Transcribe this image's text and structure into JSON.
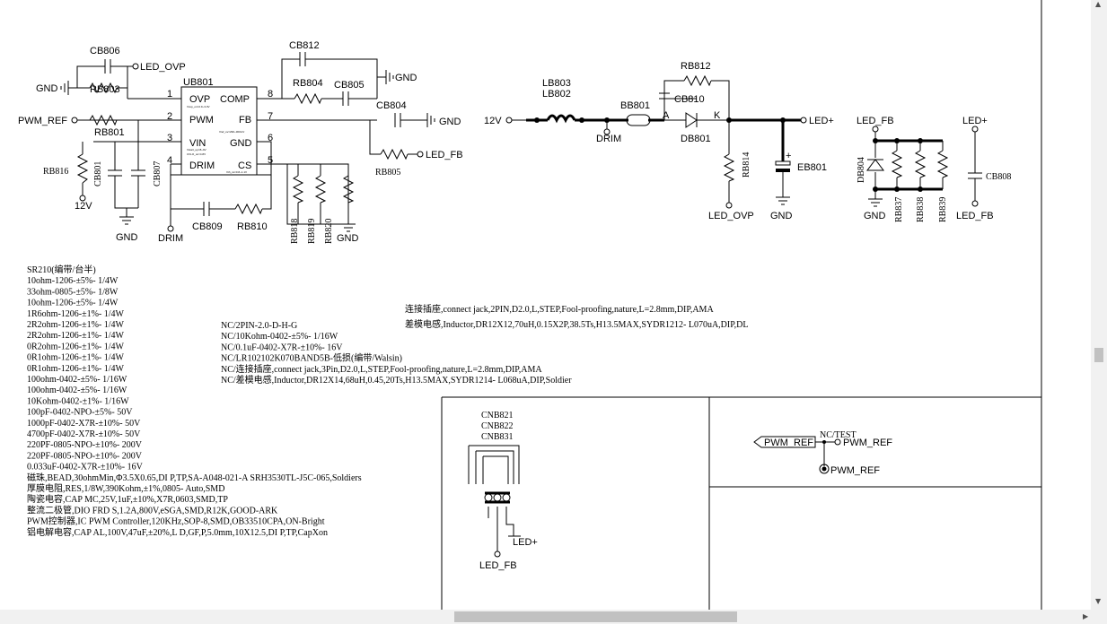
{
  "ub801": {
    "ref": "UB801",
    "pin_nums": [
      "1",
      "2",
      "3",
      "4",
      "8",
      "7",
      "6",
      "5"
    ],
    "pin_names": [
      "OVP",
      "PWM",
      "VIN",
      "DRIM",
      "COMP",
      "FB",
      "GND",
      "CS"
    ],
    "tiny_notes": [
      "Vovp_on=2.9~3.3V",
      "Vref_ov=290~300mV",
      "Vstart_up=8~9V",
      "UVLO_on=4.8V",
      "Vth_cs=0.8~1.1V"
    ]
  },
  "refs": {
    "cb806": "CB806",
    "rb803": "RB803",
    "cb812": "CB812",
    "rb804": "RB804",
    "cb805": "CB805",
    "cb804": "CB804",
    "rb801": "RB801",
    "rb816": "RB816",
    "cb801": "CB801",
    "cb807": "CB807",
    "cb809": "CB809",
    "rb810": "RB810",
    "rb805": "RB805",
    "rb818": "RB818",
    "rb819": "RB819",
    "rb820": "RB820",
    "lb803": "LB803",
    "lb802": "LB802",
    "bb801": "BB801",
    "rb812": "RB812",
    "cb810": "CB810",
    "db801": "DB801",
    "rb814": "RB814",
    "eb801": "EB801",
    "db804": "DB804",
    "rb837": "RB837",
    "rb838": "RB838",
    "rb839": "RB839",
    "cb808": "CB808",
    "cnb821": "CNB821",
    "cnb822": "CNB822",
    "cnb831": "CNB831"
  },
  "nets": {
    "gnd": "GND",
    "led_ovp": "LED_OVP",
    "pwm_ref": "PWM_REF",
    "v12": "12V",
    "drim": "DRIM",
    "led_fb": "LED_FB",
    "led_plus": "LED+",
    "nc_test": "NC/TEST",
    "diode_a": "A",
    "diode_k": "K",
    "plus": "+"
  },
  "bom_left": [
    "SR210(编带/台半)",
    "10ohm-1206-±5%- 1/4W",
    "33ohm-0805-±5%- 1/8W",
    "10ohm-1206-±5%- 1/4W",
    "1R6ohm-1206-±1%- 1/4W",
    "2R2ohm-1206-±1%- 1/4W",
    "2R2ohm-1206-±1%- 1/4W",
    "0R2ohm-1206-±1%- 1/4W",
    "0R1ohm-1206-±1%- 1/4W",
    "0R1ohm-1206-±1%- 1/4W",
    "100ohm-0402-±5%- 1/16W",
    "100ohm-0402-±5%- 1/16W",
    "10Kohm-0402-±1%- 1/16W",
    "100pF-0402-NPO-±5%- 50V",
    "1000pF-0402-X7R-±10%- 50V",
    "4700pF-0402-X7R-±10%- 50V",
    "220PF-0805-NPO-±10%- 200V",
    "220PF-0805-NPO-±10%- 200V",
    "0.033uF-0402-X7R-±10%- 16V",
    "磁珠,BEAD,30ohmMin,Φ3.5X0.65,DI P,TP,SA-A048-021-A SRH3530TL-J5C-065,Soldiers",
    "厚膜电阻,RES,1/8W,390Kohm,±1%,0805- Auto,SMD",
    "陶瓷电容,CAP MC,25V,1uF,±10%,X7R,0603,SMD,TP",
    "整流二极管,DIO FRD S,1.2A,800V,eSGA,SMD,R12K,GOOD-ARK",
    "PWM控制器,IC PWM Controller,120KHz,SOP-8,SMD,OB33510CPA,ON-Bright",
    "铝电解电容,CAP AL,100V,47uF,±20%,L D,GF,P,5.0mm,10X12.5,DI P,TP,CapXon"
  ],
  "bom_mid": [
    "NC/2PIN-2.0-D-H-G",
    "NC/10Kohm-0402-±5%- 1/16W",
    "NC/0.1uF-0402-X7R-±10%- 16V",
    "NC/LR102102K070BAND5B-低损(编带/Walsin)",
    "NC/连接插座,connect jack,3Pin,D2.0,L,STEP,Fool-proofing,nature,L=2.8mm,DIP,AMA",
    "NC/差模电感,Inductor,DR12X14,68uH,0.45,20Ts,H13.5MAX,SYDR1214- L068uA,DIP,Soldier"
  ],
  "bom_right": [
    "连接插座,connect jack,2PIN,D2.0,L,STEP,Fool-proofing,nature,L=2.8mm,DIP,AMA",
    "差模电感,Inductor,DR12X12,70uH,0.15X2P,38.5Ts,H13.5MAX,SYDR1212- L070uA,DIP,DL"
  ]
}
